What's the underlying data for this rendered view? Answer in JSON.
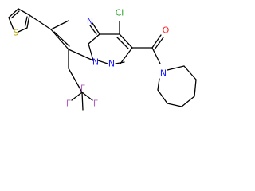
{
  "molecule": {
    "atoms": {
      "S": {
        "text": "S",
        "color": "#b8a000"
      },
      "N_pyrimidine": {
        "text": "N",
        "color": "#2020ff"
      },
      "N_bridge": {
        "text": "N",
        "color": "#2020ff"
      },
      "N_pyrazole": {
        "text": "N",
        "color": "#2020ff"
      },
      "N_azepane": {
        "text": "N",
        "color": "#2020ff"
      },
      "Cl": {
        "text": "Cl",
        "color": "#20a020"
      },
      "O": {
        "text": "O",
        "color": "#ff2020"
      },
      "F_top": {
        "text": "F",
        "color": "#b060c0"
      },
      "F_left": {
        "text": "F",
        "color": "#b060c0"
      },
      "F_right": {
        "text": "F",
        "color": "#b060c0"
      }
    }
  }
}
